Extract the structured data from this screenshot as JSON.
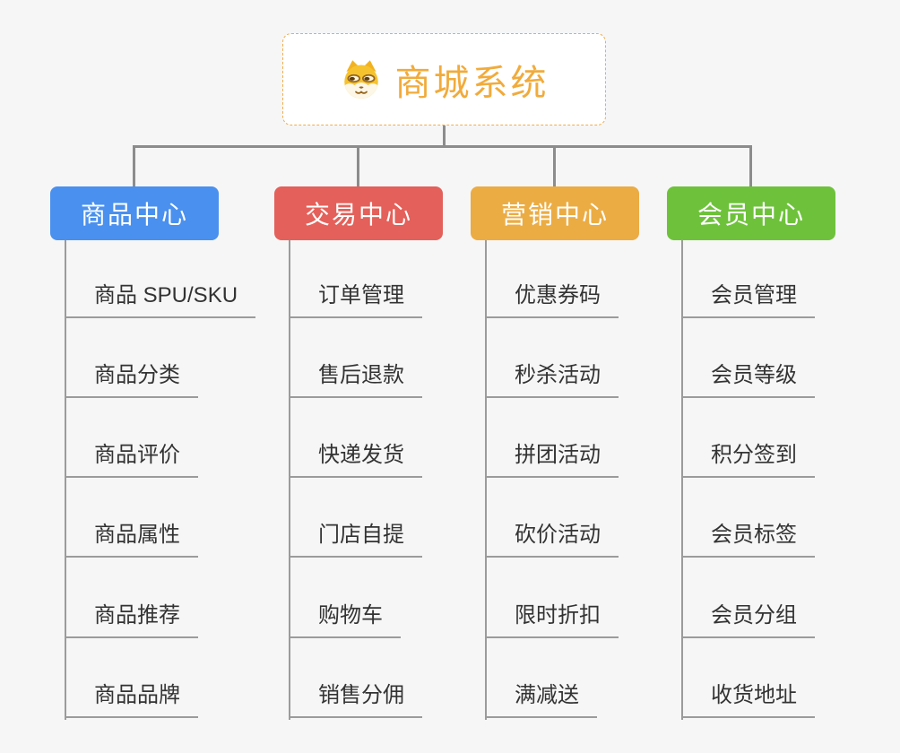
{
  "root": {
    "title": "商城系统",
    "icon": "shiba-dog-icon",
    "title_color": "#f1ab3b",
    "border_color": "#f0ad4c"
  },
  "canvas": {
    "background_color": "#f6f6f6",
    "connector_color": "#8c8c8c",
    "leaf_line_color": "#9b9b9b"
  },
  "branches": [
    {
      "title": "商品中心",
      "color": "#4a90ee",
      "items": [
        "商品 SPU/SKU",
        "商品分类",
        "商品评价",
        "商品属性",
        "商品推荐",
        "商品品牌"
      ]
    },
    {
      "title": "交易中心",
      "color": "#e4605a",
      "items": [
        "订单管理",
        "售后退款",
        "快递发货",
        "门店自提",
        "购物车",
        "销售分佣"
      ]
    },
    {
      "title": "营销中心",
      "color": "#ebac44",
      "items": [
        "优惠券码",
        "秒杀活动",
        "拼团活动",
        "砍价活动",
        "限时折扣",
        "满减送"
      ]
    },
    {
      "title": "会员中心",
      "color": "#6ec23b",
      "items": [
        "会员管理",
        "会员等级",
        "积分签到",
        "会员标签",
        "会员分组",
        "收货地址"
      ]
    }
  ]
}
